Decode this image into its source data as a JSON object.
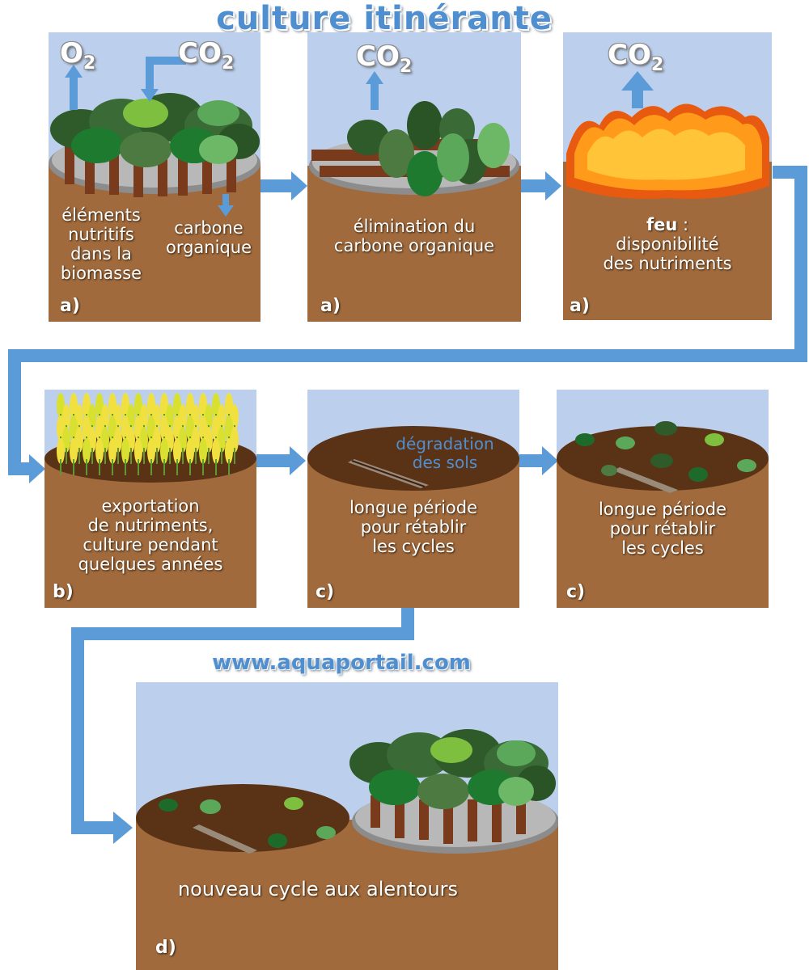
{
  "title": "culture itinérante",
  "website": "www.aquaportail.com",
  "colors": {
    "sky": "#bcd0ee",
    "soil": "#a06a3c",
    "arrow": "#5b9bd8",
    "title_blue": "#4f8fd0",
    "fire": "#ff9a1a"
  },
  "panels": [
    {
      "name": "forest",
      "tag": "a)",
      "left_text": [
        "éléments",
        "nutritifs",
        "dans la",
        "biomasse"
      ],
      "right_text": [
        "carbone",
        "organique"
      ],
      "gases": [
        "O2",
        "CO2"
      ]
    },
    {
      "name": "clearing",
      "tag": "a)",
      "text": [
        "élimination du",
        "carbone organique"
      ],
      "gases": [
        "CO2"
      ]
    },
    {
      "name": "fire",
      "tag": "a)",
      "bold": "feu",
      "bold_suffix": " :",
      "text": [
        "disponibilité",
        "des nutriments"
      ],
      "gases": [
        "CO2"
      ]
    },
    {
      "name": "crop",
      "tag": "b)",
      "text": [
        "exportation",
        "de nutriments,",
        "culture pendant",
        "quelques années"
      ]
    },
    {
      "name": "degraded",
      "tag": "c)",
      "overlay": [
        "dégradation",
        "des sols"
      ],
      "text": [
        "longue période",
        "pour rétablir",
        "les cycles"
      ]
    },
    {
      "name": "regrowth",
      "tag": "c)",
      "text": [
        "longue période",
        "pour rétablir",
        "les cycles"
      ]
    },
    {
      "name": "new-cycle",
      "tag": "d)",
      "text": [
        "nouveau cycle aux alentours"
      ]
    }
  ],
  "gas_labels": {
    "o2_main": "O",
    "o2_sub": "2",
    "co2_main": "CO",
    "co2_sub": "2"
  }
}
